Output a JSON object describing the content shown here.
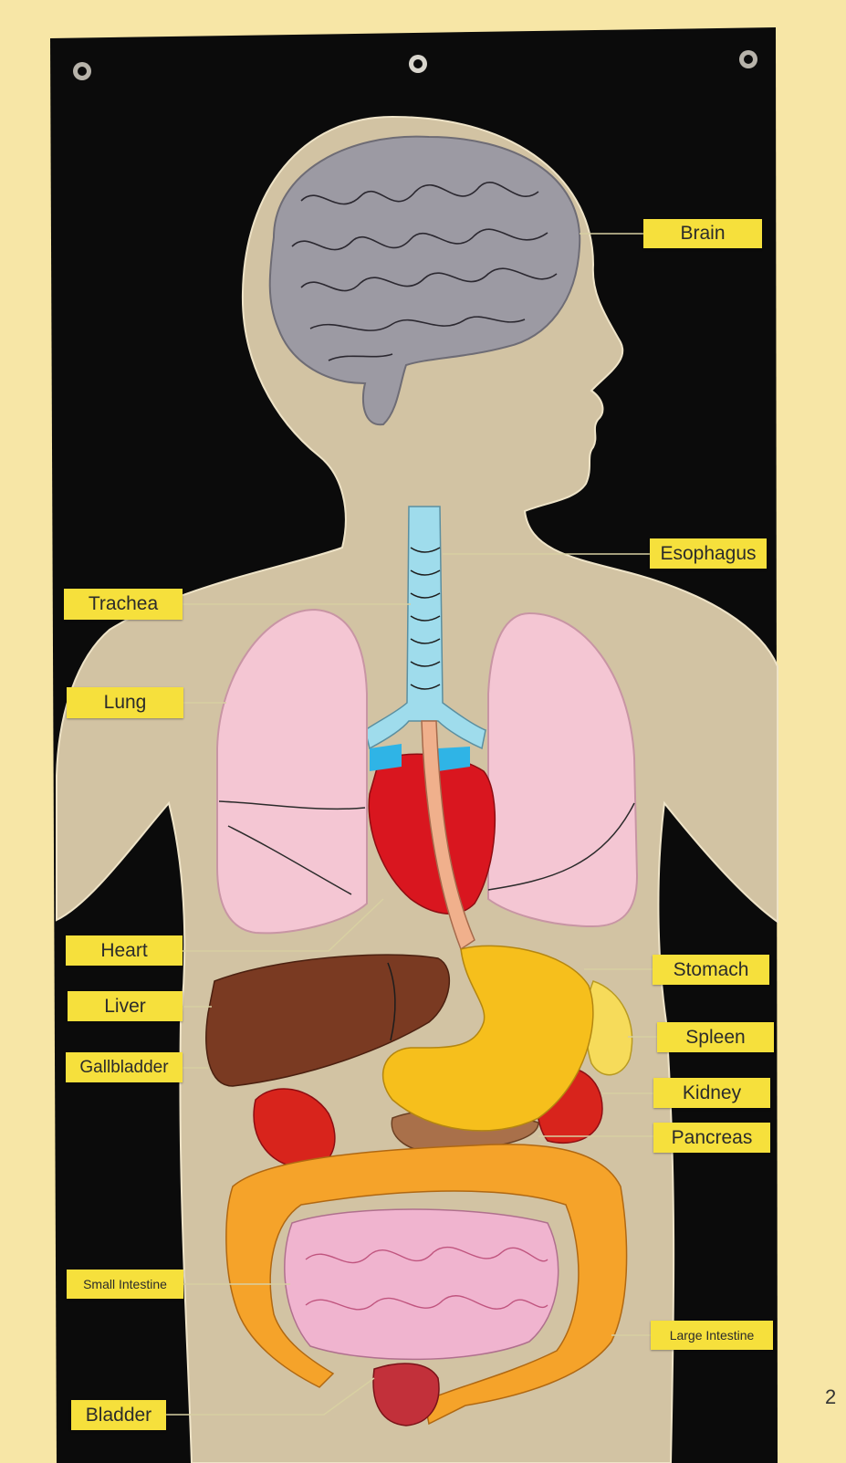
{
  "labels": {
    "brain": "Brain",
    "esophagus": "Esophagus",
    "trachea": "Trachea",
    "lung": "Lung",
    "heart": "Heart",
    "liver": "Liver",
    "gallbladder": "Gallbladder",
    "stomach": "Stomach",
    "spleen": "Spleen",
    "kidney": "Kidney",
    "pancreas": "Pancreas",
    "small_intestine": "Small Intestine",
    "large_intestine": "Large Intestine",
    "bladder": "Bladder"
  },
  "edge_mark": "2",
  "colors": {
    "background": "#f7e6a6",
    "panel": "#0b0b0b",
    "body": "#d2c3a3",
    "label": "#f6e03c",
    "brain": "#9c9aa3",
    "lung": "#f4c6d3",
    "trachea": "#9fdcec",
    "heart": "#d9161f",
    "liver": "#7a3a22",
    "stomach": "#f6bf1c",
    "large_intestine": "#f5a32a",
    "small_intestine": "#f0b4cf",
    "kidney": "#d8241c"
  }
}
